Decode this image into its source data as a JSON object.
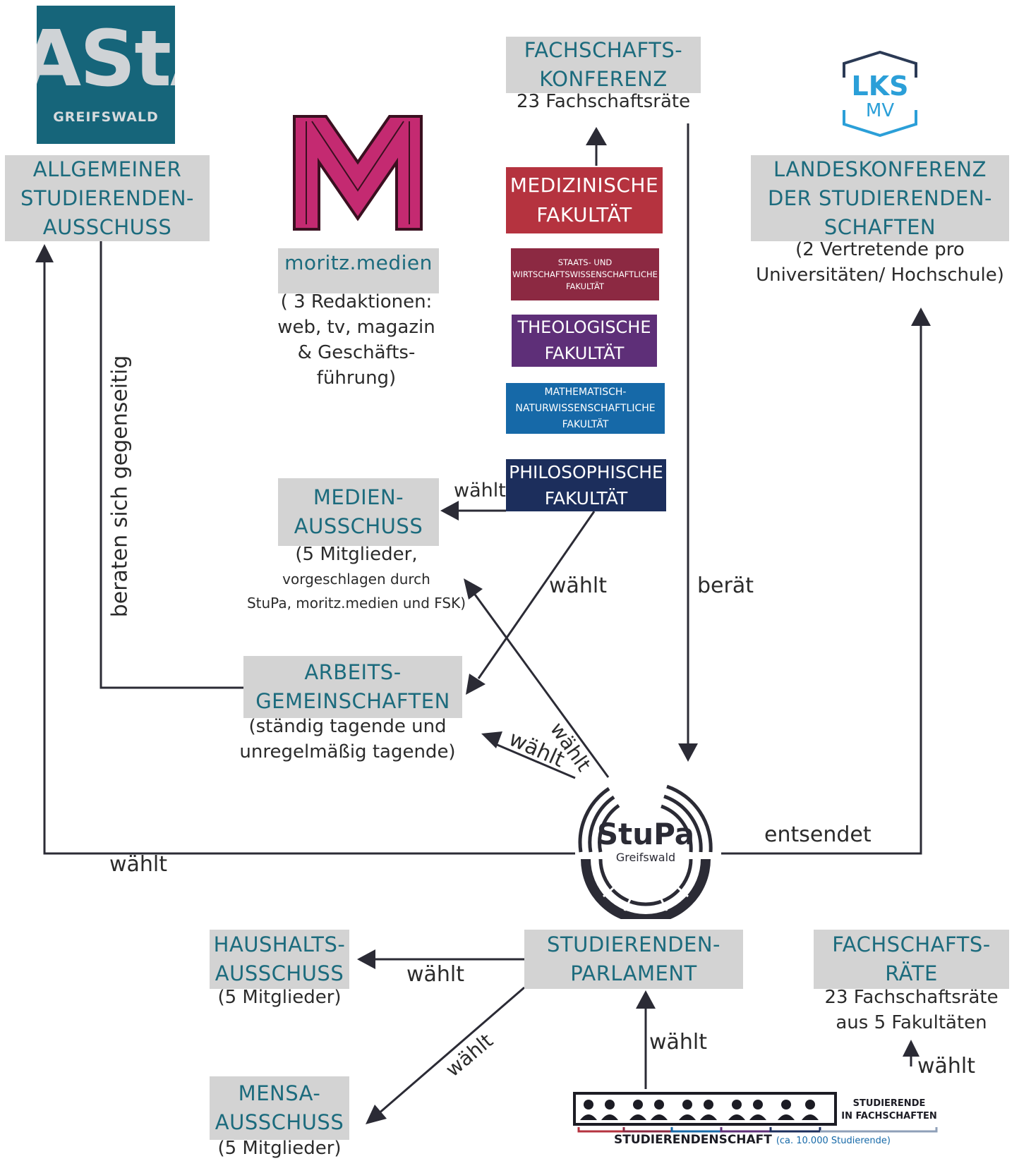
{
  "asta": {
    "logo_text": "AStA",
    "logo_sub": "GREIFSWALD",
    "title_lines": [
      "ALLGEMEINER",
      "STUDIERENDEN-",
      "AUSSCHUSS"
    ]
  },
  "moritz": {
    "title": "moritz.medien",
    "desc_lines": [
      "( 3 Redaktionen:",
      "web, tv, magazin",
      "& Geschäfts-",
      "führung)"
    ]
  },
  "fsk": {
    "title_lines": [
      "FACHSCHAFTS-",
      "KONFERENZ"
    ],
    "desc": "23 Fachschaftsräte"
  },
  "lks": {
    "logo_top": "LKS",
    "logo_bottom": "MV",
    "title_lines": [
      "LANDESKONFERENZ",
      "DER STUDIERENDEN-",
      "SCHAFTEN"
    ],
    "desc_lines": [
      "(2 Vertretende pro",
      "Universitäten/ Hochschule)"
    ]
  },
  "faculties": [
    {
      "lines": [
        "MEDIZINISCHE",
        "FAKULTÄT"
      ],
      "color": "#b5333f"
    },
    {
      "lines": [
        "STAATS- UND",
        "WIRTSCHAFTSWISSENSCHAFTLICHE",
        "FAKULTÄT"
      ],
      "color": "#8c2942"
    },
    {
      "lines": [
        "THEOLOGISCHE",
        "FAKULTÄT"
      ],
      "color": "#5e2f78"
    },
    {
      "lines": [
        "MATHEMATISCH-",
        "NATURWISSENSCHAFTLICHE",
        "FAKULTÄT"
      ],
      "color": "#1669a8"
    },
    {
      "lines": [
        "PHILOSOPHISCHE",
        "FAKULTÄT"
      ],
      "color": "#1c2e5c"
    }
  ],
  "medien": {
    "title_lines": [
      "MEDIEN-",
      "AUSSCHUSS"
    ],
    "desc_lines": [
      "(5 Mitglieder,",
      "vorgeschlagen durch",
      "StuPa, moritz.medien und FSK)"
    ]
  },
  "ag": {
    "title_lines": [
      "ARBEITS-",
      "GEMEINSCHAFTEN"
    ],
    "desc_lines": [
      "(ständig tagende und",
      "unregelmäßig tagende)"
    ]
  },
  "stupa_logo": {
    "name": "StuPa",
    "sub": "Greifswald"
  },
  "parlament": {
    "title_lines": [
      "STUDIERENDEN-",
      "PARLAMENT"
    ]
  },
  "haushalt": {
    "title_lines": [
      "HAUSHALTS-",
      "AUSSCHUSS"
    ],
    "desc": "(5 Mitglieder)"
  },
  "mensa": {
    "title_lines": [
      "MENSA-",
      "AUSSCHUSS"
    ],
    "desc": "(5 Mitglieder)"
  },
  "fsr": {
    "title_lines": [
      "FACHSCHAFTS-",
      "RÄTE"
    ],
    "desc_lines": [
      "23 Fachschaftsräte",
      "aus 5 Fakultäten"
    ]
  },
  "studierendenschaft": {
    "label": "STUDIERENDENSCHAFT",
    "count": "(ca. 10.000 Studierende)",
    "side_lines": [
      "STUDIERENDE",
      "IN FACHSCHAFTEN"
    ]
  },
  "edge_labels": {
    "berat_gegenseitig": "beraten sich gegenseitig",
    "waehlt": "wählt",
    "beraet": "berät",
    "entsendet": "entsendet"
  },
  "colors": {
    "teal": "#1c6b7d",
    "box_grey": "#d3d3d3",
    "line": "#2b2b35"
  }
}
